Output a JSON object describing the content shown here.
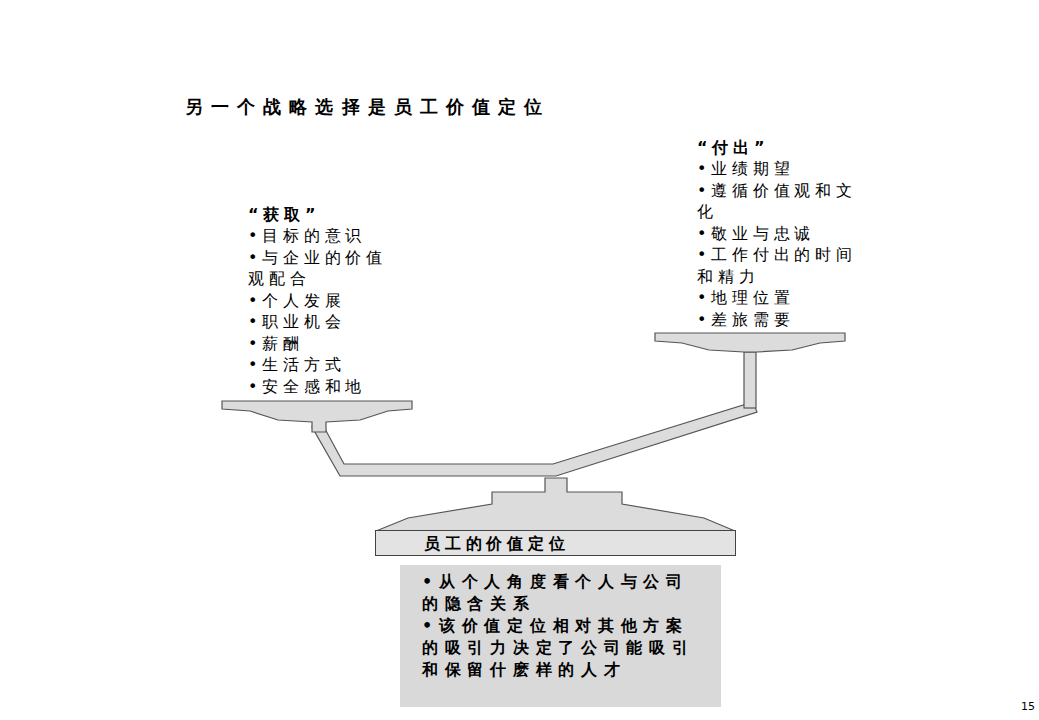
{
  "diagram": {
    "title": "另一个战略选择是员工价值定位",
    "nodes": [
      {
        "text": [
          "“获取”",
          "•目标的意识",
          "•与企业的价值观配合",
          "•个人发展",
          "•职业机会",
          "•薪酬",
          "•生活方式",
          "•安全感和地"
        ]
      },
      {
        "text": [
          "“付出”",
          "•业绩期望",
          "•遵循价值观和文化",
          "•敬业与忠诚",
          "•工作付出的时间和精力",
          "•地理位置",
          "•差旅需要"
        ]
      },
      {
        "text": [
          "员工的价值定位"
        ]
      },
      {
        "text": [
          "•从个人角度看个人与公司的隐含关系",
          "•该价值定位相对其他方案的吸引力决定了公司能吸引和保留什麽样的人才"
        ]
      }
    ],
    "labels": [
      "15"
    ]
  }
}
